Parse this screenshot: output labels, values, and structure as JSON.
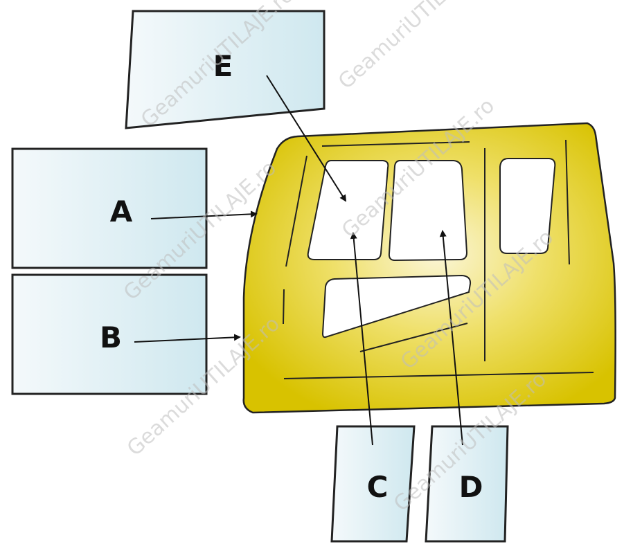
{
  "diagram": {
    "panels": [
      {
        "id": "a",
        "label": "A"
      },
      {
        "id": "b",
        "label": "B"
      },
      {
        "id": "c",
        "label": "C"
      },
      {
        "id": "d",
        "label": "D"
      },
      {
        "id": "e",
        "label": "E"
      }
    ],
    "watermark": "GeamuriUTILAJE.ro",
    "colors": {
      "glass_light": "#f4f9fb",
      "glass_tint": "#cfe8ef",
      "cab_center": "#fbf6d8",
      "cab_edge": "#d8c200",
      "outline": "#222222"
    }
  }
}
